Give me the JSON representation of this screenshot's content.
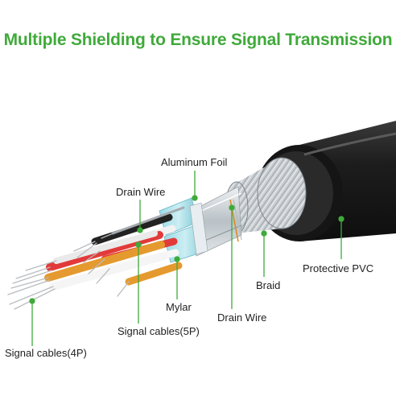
{
  "title": "Multiple Shielding to Ensure Signal Transmission",
  "labels": {
    "aluminum_foil": "Aluminum Foil",
    "drain_wire_top": "Drain Wire",
    "protective_pvc": "Protective PVC",
    "braid": "Braid",
    "mylar": "Mylar",
    "drain_wire_bottom": "Drain Wire",
    "signal_cables_5p": "Signal cables(5P)",
    "signal_cables_4p": "Signal cables(4P)"
  },
  "colors": {
    "title": "#3faa3a",
    "leader": "#3faa3a",
    "jacket": "#1b1b1b",
    "foil": "#cfd6da",
    "mylar_band": "#8fd3de",
    "wire_red": "#e23a3a",
    "wire_orange": "#e59a2f",
    "wire_white": "#f2f2f2",
    "wire_black": "#222222",
    "conductor": "#b8bcc0"
  }
}
